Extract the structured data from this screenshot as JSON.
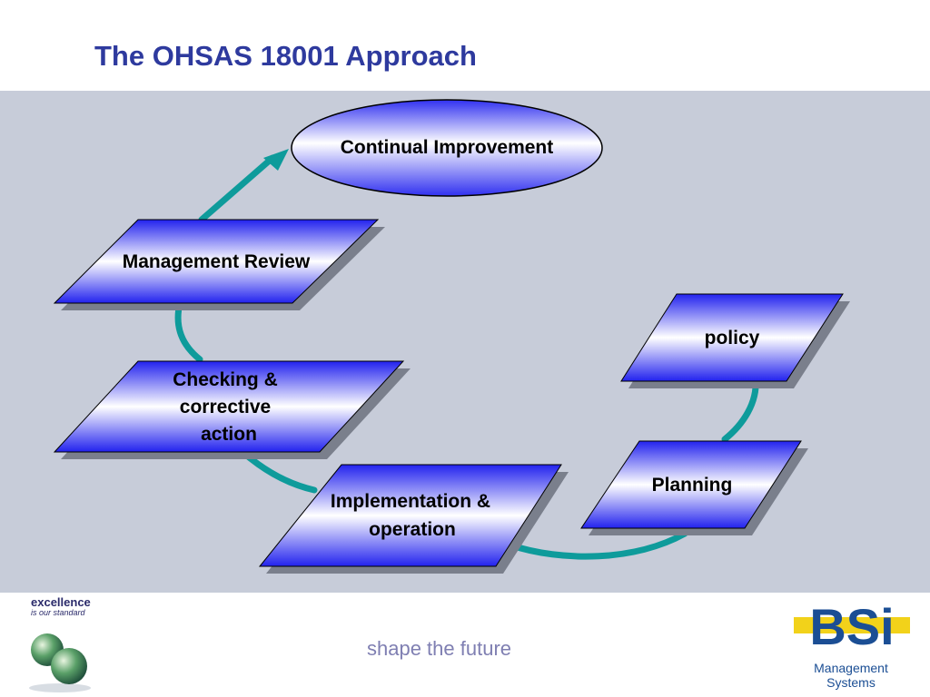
{
  "slide": {
    "title": "The OHSAS 18001 Approach",
    "tagline": "shape the future"
  },
  "nodes": {
    "continual_improvement": "Continual Improvement",
    "management_review": "Management Review",
    "checking_line1": "Checking &",
    "checking_line2": "corrective",
    "checking_line3": "action",
    "implementation_line1": "Implementation &",
    "implementation_line2": "operation",
    "planning": "Planning",
    "policy": "policy"
  },
  "branding": {
    "excellence": "excellence",
    "excellence_sub": "is our standard",
    "bsi_logo": "BSi",
    "bsi_sub_line1": "Management",
    "bsi_sub_line2": "Systems"
  },
  "colors": {
    "title": "#2e3a9e",
    "panel": "#c7ccd9",
    "node_blue": "#2a2aee",
    "connector": "#0e9b9b"
  }
}
